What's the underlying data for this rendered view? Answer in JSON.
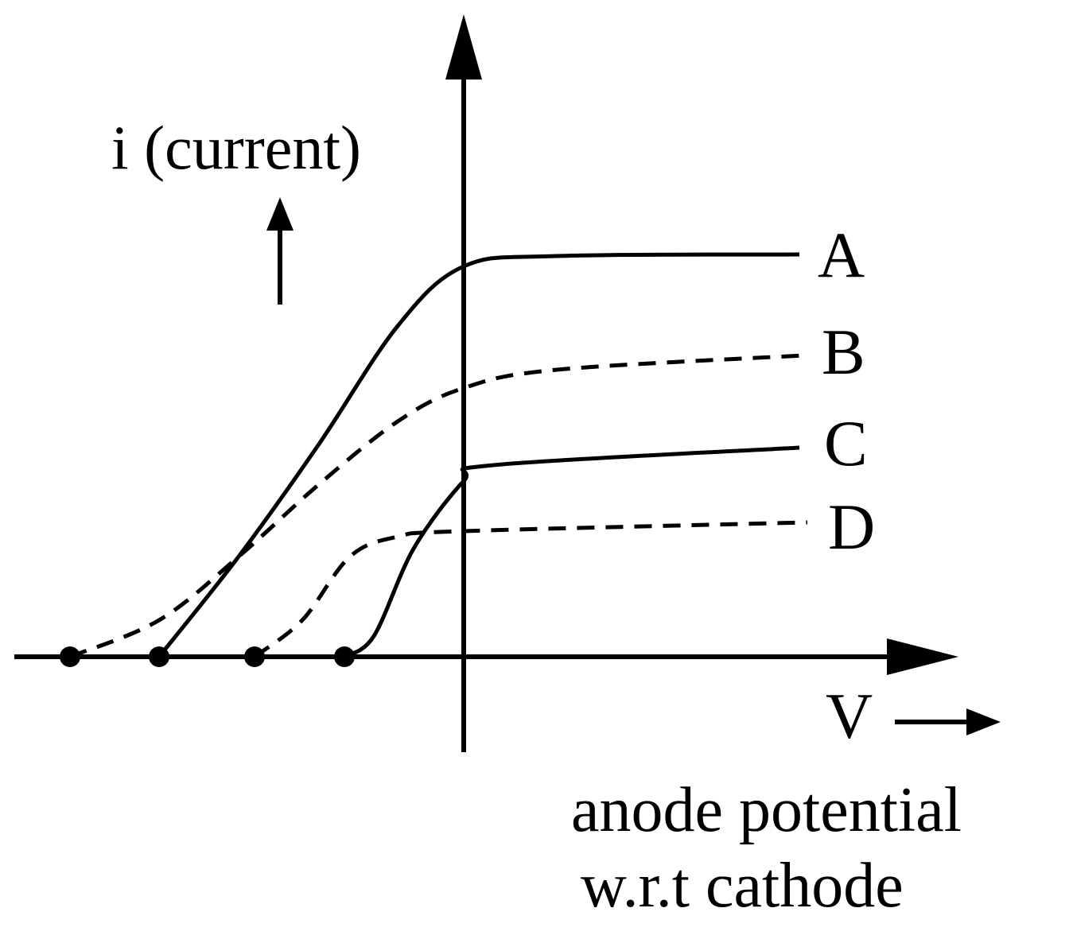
{
  "chart_data": {
    "type": "line",
    "title": "",
    "ylabel": "i (current)",
    "xlabel": "V",
    "xlabel_caption": [
      "anode potential",
      "w.r.t cathode"
    ],
    "xlim": [
      -5.7,
      6.2
    ],
    "ylim": [
      -1.2,
      8.1
    ],
    "grid": false,
    "ticks": "none",
    "series": [
      {
        "name": "A",
        "style": "solid",
        "x": [
          -3.83,
          -2.83,
          -1.83,
          -0.83,
          0,
          1.17,
          4.22
        ],
        "y": [
          0,
          1.26,
          2.66,
          4.16,
          4.91,
          5.04,
          5.06
        ]
      },
      {
        "name": "B",
        "style": "dashed",
        "x": [
          -4.95,
          -3.83,
          -2.83,
          -1.83,
          -0.83,
          0,
          1.17,
          4.27
        ],
        "y": [
          0,
          0.46,
          1.26,
          2.16,
          2.96,
          3.38,
          3.61,
          3.79
        ]
      },
      {
        "name": "C",
        "style": "solid",
        "x": [
          -1.5,
          -1.13,
          -0.63,
          0,
          0.37,
          4.22
        ],
        "y": [
          0,
          0.26,
          1.36,
          2.21,
          2.41,
          2.63
        ]
      },
      {
        "name": "D",
        "style": "dashed",
        "x": [
          -2.63,
          -2.03,
          -1.43,
          -0.83,
          0,
          4.32
        ],
        "y": [
          0,
          0.46,
          1.26,
          1.51,
          1.58,
          1.69
        ]
      }
    ],
    "stopping_points_x": [
      -4.95,
      -3.83,
      -2.63,
      -1.5
    ]
  }
}
